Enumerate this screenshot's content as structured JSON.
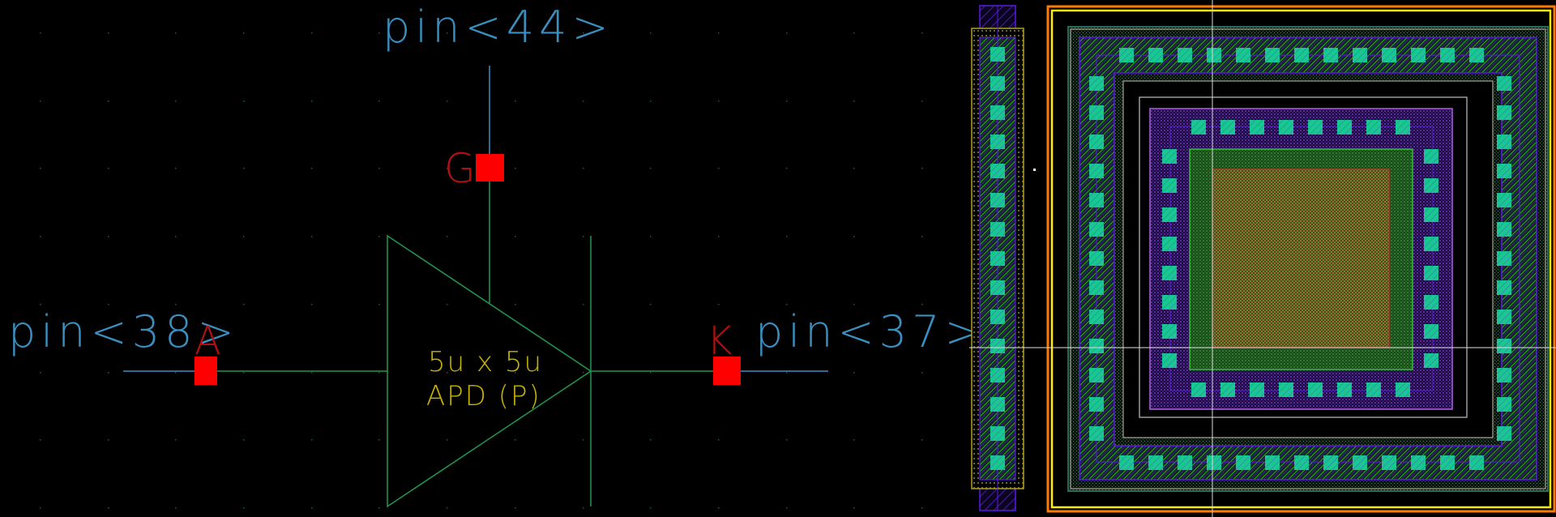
{
  "schematic": {
    "pins": {
      "top": {
        "net": "pin<44>",
        "terminal": "G"
      },
      "left": {
        "net": "pin<38>",
        "terminal": "A"
      },
      "right": {
        "net": "pin<37>",
        "terminal": "K"
      }
    },
    "device": {
      "line1": "5u x 5u",
      "line2": "APD (P)"
    }
  },
  "colors": {
    "background": "#000000",
    "wire_blue": "#3a8fc0",
    "wire_green": "#1f9a4a",
    "pin_red": "#ff0000",
    "pin_label_red": "#b01010",
    "device_text": "#c8b400",
    "grid_dot": "#1f5a3a",
    "outline_orange": "#ff7a00",
    "outline_yellow": "#ffee00",
    "contact_teal": "#18c890",
    "metal_purple": "#6a1fd0",
    "nwell_green": "#2a7a2a",
    "active_tan": "#a08030",
    "crosshair": "#d8d8d8"
  }
}
